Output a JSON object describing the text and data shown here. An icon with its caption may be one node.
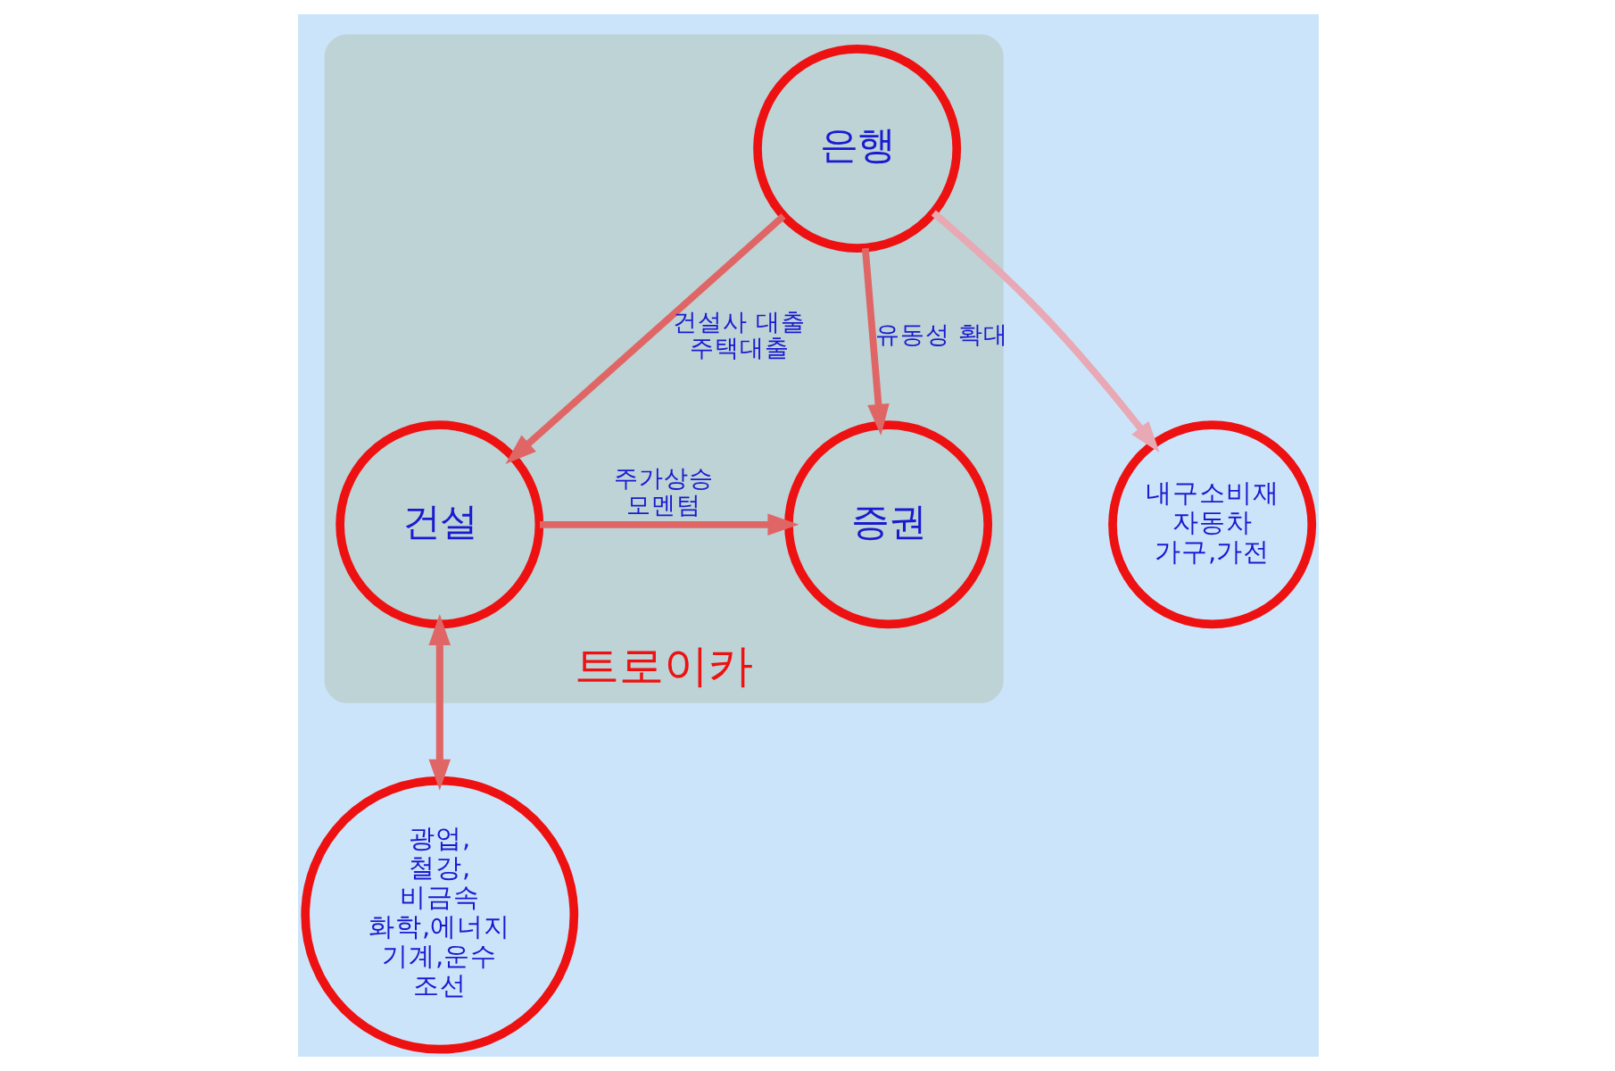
{
  "diagram": {
    "nodes": [
      {
        "text": [
          "트로이카"
        ]
      },
      {
        "text": [
          "은행"
        ],
        "in": 0
      },
      {
        "text": [
          "증권"
        ],
        "in": 0
      },
      {
        "text": [
          "건설"
        ],
        "in": 0
      },
      {
        "text": [
          "내구소비재 자동차 가구,가전"
        ]
      },
      {
        "text": [
          "광업, 철강, 비금속 화학,에너지 기계,운수 조선"
        ]
      }
    ],
    "edges": [
      {
        "from": 1,
        "to": 2,
        "arrow": "to",
        "label": "유동성 확대"
      },
      {
        "from": 1,
        "to": 3,
        "arrow": "to",
        "label": "건설사 대출 주택대출"
      },
      {
        "from": 3,
        "to": 2,
        "arrow": "to",
        "label": "주가상승 모멘텀"
      },
      {
        "from": 1,
        "to": 4,
        "arrow": "to",
        "color": "#e8a8b4"
      },
      {
        "from": 3,
        "to": 5,
        "arrow": "to"
      },
      {
        "from": 5,
        "to": 3,
        "arrow": "to"
      }
    ]
  }
}
